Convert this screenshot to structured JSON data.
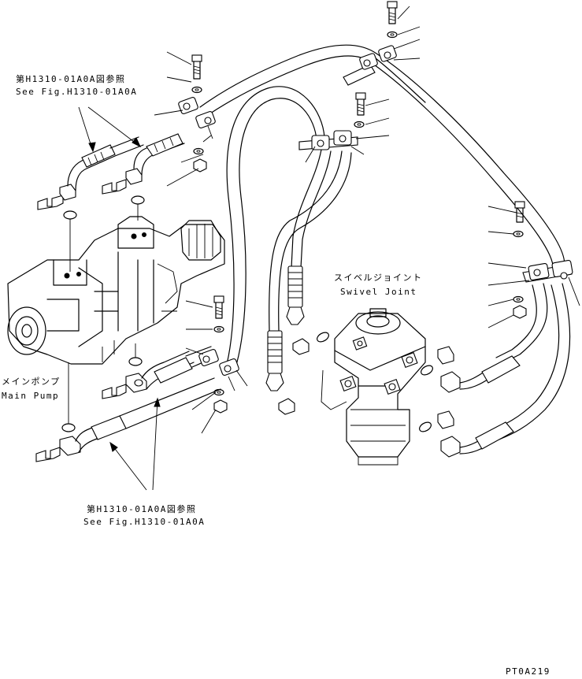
{
  "labels": {
    "ref_top_jp": "第H1310-01A0A図参照",
    "ref_top_en": "See Fig.H1310-01A0A",
    "ref_bottom_jp": "第H1310-01A0A図参照",
    "ref_bottom_en": "See Fig.H1310-01A0A",
    "main_pump_jp": "メインポンプ",
    "main_pump_en": "Main Pump",
    "swivel_jp": "スイベルジョイント",
    "swivel_en": "Swivel Joint",
    "drawing_code": "PT0A219"
  }
}
